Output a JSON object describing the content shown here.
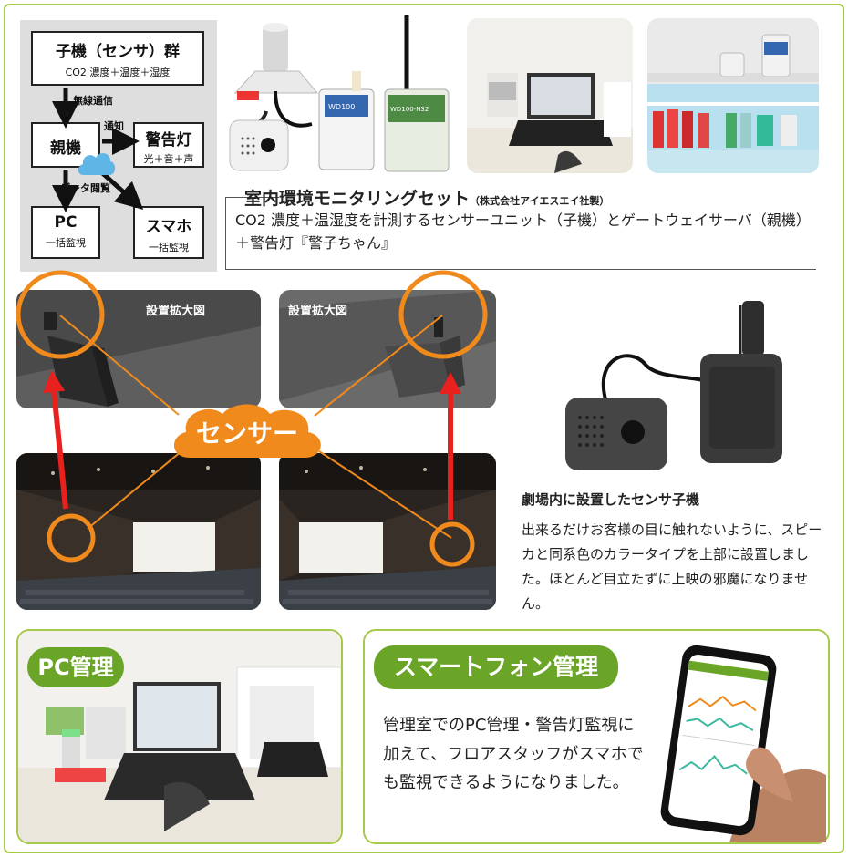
{
  "diagram": {
    "child_title": "子機（センサ）群",
    "child_sub": "CO2 濃度＋温度＋湿度",
    "wireless": "無線通信",
    "parent": "親機",
    "notify": "通知",
    "lamp_title": "警告灯",
    "lamp_sub": "光＋音＋声",
    "data_view": "データ閲覧",
    "pc_title": "PC",
    "pc_sub": "一括監視",
    "phone_title": "スマホ",
    "phone_sub": "一括監視"
  },
  "device_labels": {
    "gateway": "WD100",
    "sensor": "WD100-N32"
  },
  "caption": {
    "title": "室内環境モニタリングセット",
    "maker": "（株式会社アイエスエイ社製）",
    "body": "CO2 濃度＋温湿度を計測するセンサーユニット（子機）とゲートウェイサーバ（親機）＋警告灯『警子ちゃん』"
  },
  "enlarged_left": "設置拡大図",
  "enlarged_right": "設置拡大図",
  "sensor_label": "センサー",
  "theater": {
    "title": "劇場内に設置したセンサ子機",
    "body": "出来るだけお客様の目に触れないように、スピーカと同系色のカラータイプを上部に設置しました。ほとんど目立たずに上映の邪魔になりません。"
  },
  "pc_panel": {
    "label": "PC管理"
  },
  "phone_panel": {
    "label": "スマートフォン管理",
    "body": "管理室でのPC管理・警告灯監視に加えて、フロアスタッフがスマホでも監視できるようになりました。"
  },
  "colors": {
    "accent_green": "#6aa527",
    "frame_green": "#a6c94a",
    "orange": "#f08a1c",
    "red_arrow": "#e8201e"
  }
}
